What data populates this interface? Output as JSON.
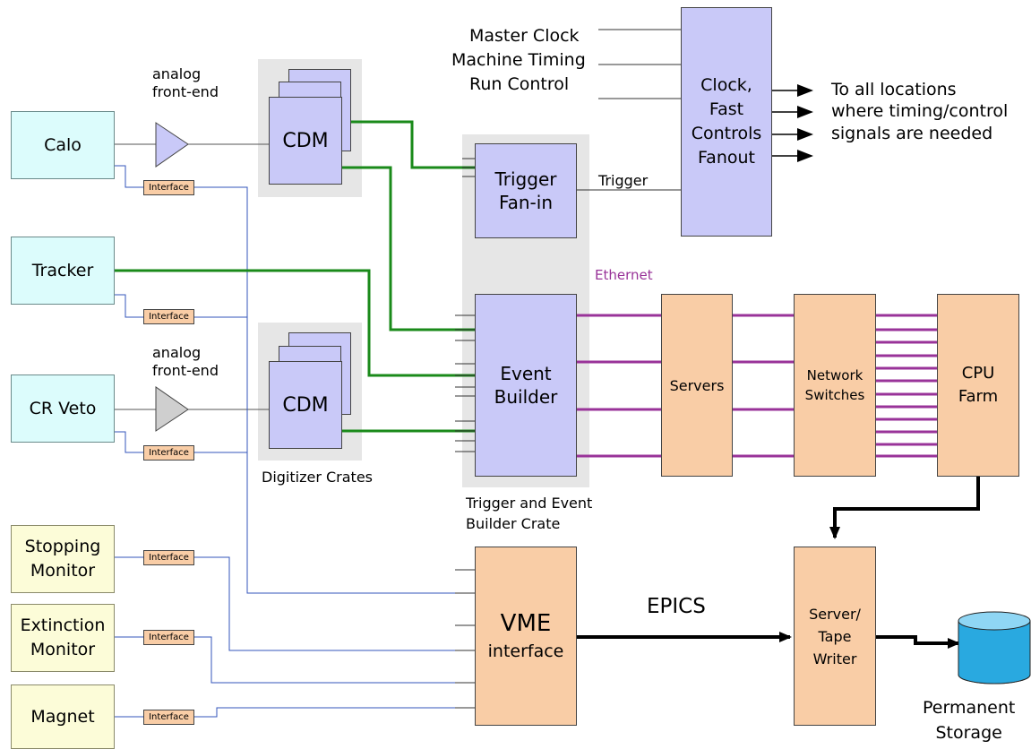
{
  "detectors": {
    "calo": "Calo",
    "tracker": "Tracker",
    "crveto": "CR Veto",
    "stopping": "Stopping\nMonitor",
    "extinction": "Extinction\nMonitor",
    "magnet": "Magnet"
  },
  "analog_frontend": "analog\nfront-end",
  "interface_label": "Interface",
  "cdm_label": "CDM",
  "digitizer_crates": "Digitizer Crates",
  "trigger_fanin": "Trigger\nFan-in",
  "event_builder": "Event\nBuilder",
  "trigger_eb_crate": "Trigger and Event\nBuilder Crate",
  "trigger_label": "Trigger",
  "ethernet_label": "Ethernet",
  "clock_box": "Clock,\nFast\nControls\nFanout",
  "clock_inputs": [
    "Master Clock",
    "Machine Timing",
    "Run Control"
  ],
  "clock_outputs": [
    "To all locations",
    "where timing/control",
    "signals are needed"
  ],
  "servers": "Servers",
  "network_switches": "Network\nSwitches",
  "cpu_farm": "CPU\nFarm",
  "vme_title": "VME",
  "vme_sub": "interface",
  "epics_label": "EPICS",
  "server_tape": "Server/\nTape\nWriter",
  "storage_label": "Permanent\nStorage",
  "colors": {
    "ethernet": "#993399",
    "green": "#1a8a1a",
    "blue": "#3355bb"
  }
}
